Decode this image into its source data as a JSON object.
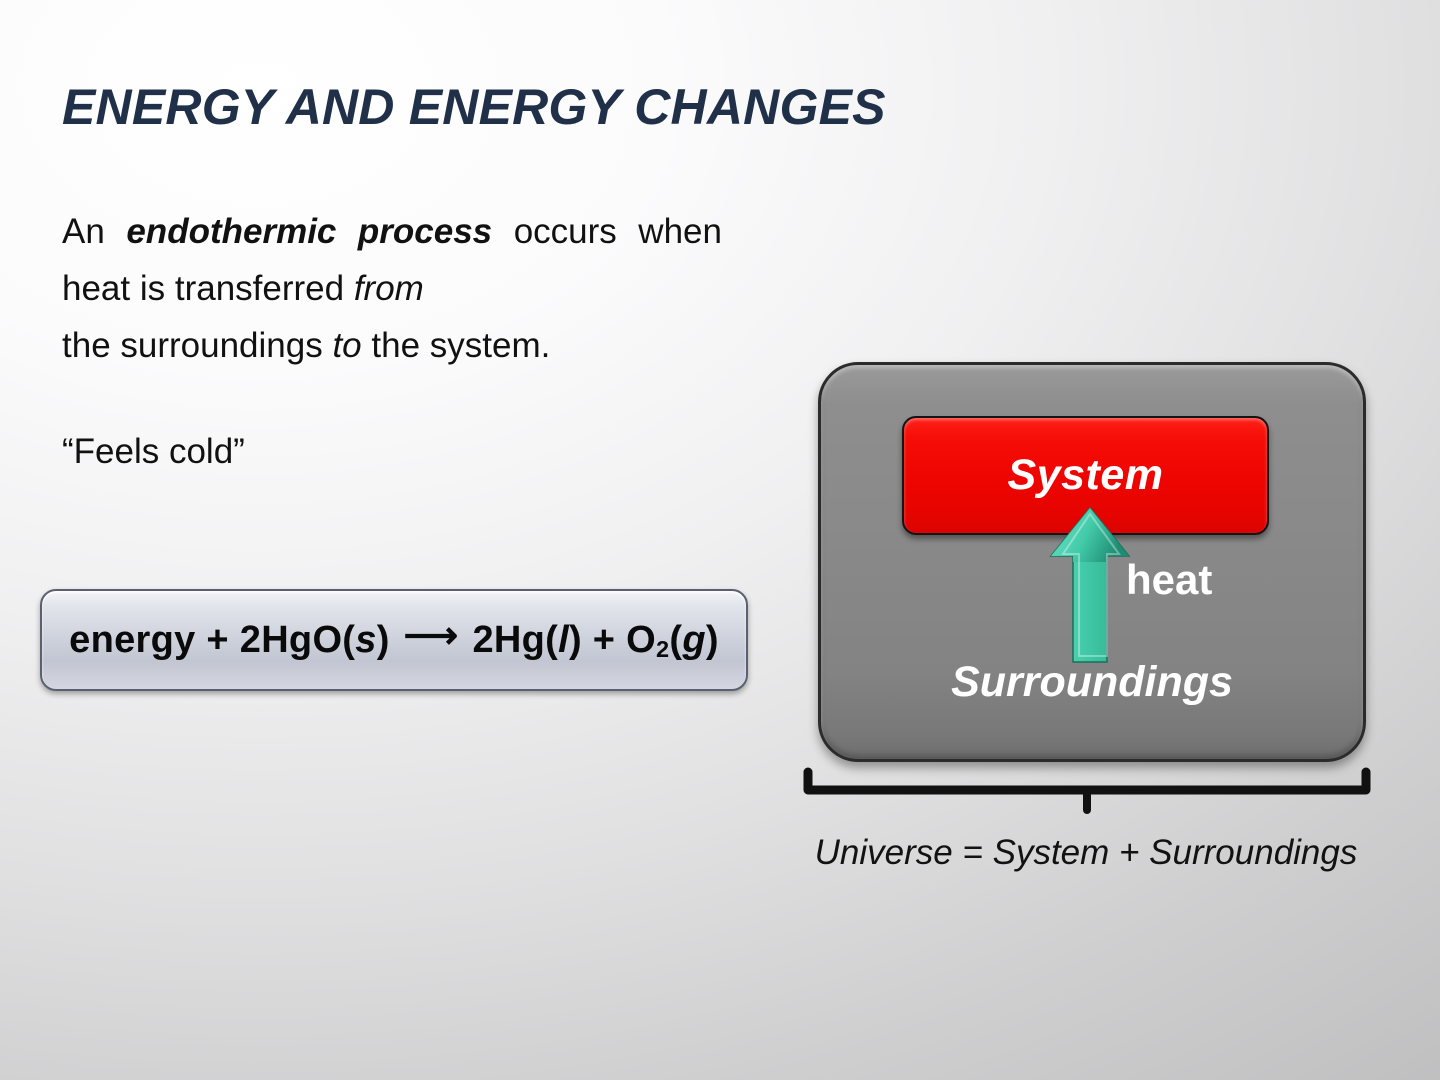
{
  "slide": {
    "title": "ENERGY AND ENERGY CHANGES",
    "title_color": "#1f3048",
    "background_from": "#ffffff",
    "background_to": "#bfbfc0"
  },
  "body": {
    "line1_prefix": "An ",
    "term": "endothermic process",
    "line1_suffix": " occurs when heat is transferred ",
    "italic_from": "from",
    "line2": " the surroundings ",
    "italic_to": "to",
    "line3": " the system.",
    "quote": "“Feels cold”"
  },
  "equation": {
    "reactant_energy": "energy + 2HgO(",
    "reactant_state": "s",
    "reactant_close": ")",
    "arrow": "⟶",
    "product1": "2Hg(",
    "product1_state": "l",
    "product1_close": ") + O",
    "subscript": "2",
    "product2_open": "(",
    "product2_state": "g",
    "product2_close": ")",
    "full_text": "energy + 2HgO(s) ⟶ 2Hg(l) + O2(g)"
  },
  "diagram": {
    "system_label": "System",
    "surroundings_label": "Surroundings",
    "heat_label": "heat",
    "caption": "Universe = System + Surroundings",
    "system_color": "#ee0400",
    "surroundings_color": "#898989",
    "arrow_color": "#3fc9a8",
    "arrow_direction": "up"
  }
}
